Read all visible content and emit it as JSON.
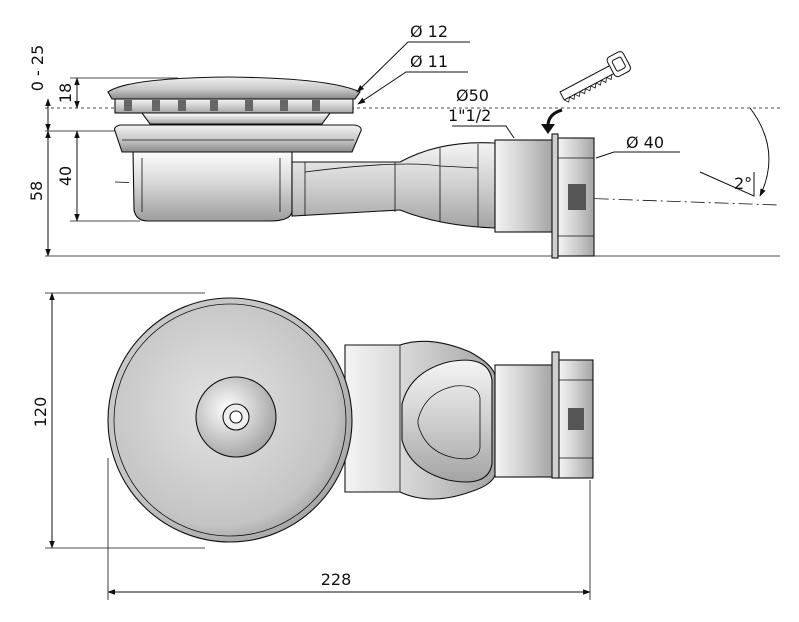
{
  "dimensions": {
    "range_0_25": "0 - 25",
    "cap_18": "18",
    "depth_40": "40",
    "total_58": "58",
    "dia_12": "Ø 12",
    "dia_11": "Ø 11",
    "outlet_50": "Ø50",
    "outlet_thread": "1\"1/2",
    "outlet_40": "Ø 40",
    "slope_2": "2°",
    "width_120": "120",
    "length_228": "228"
  },
  "colors": {
    "line": "#111111",
    "metal": "#c9c9c9",
    "metal_light": "#e6e6e6",
    "metal_dark": "#8f8f8f",
    "background": "#ffffff"
  }
}
